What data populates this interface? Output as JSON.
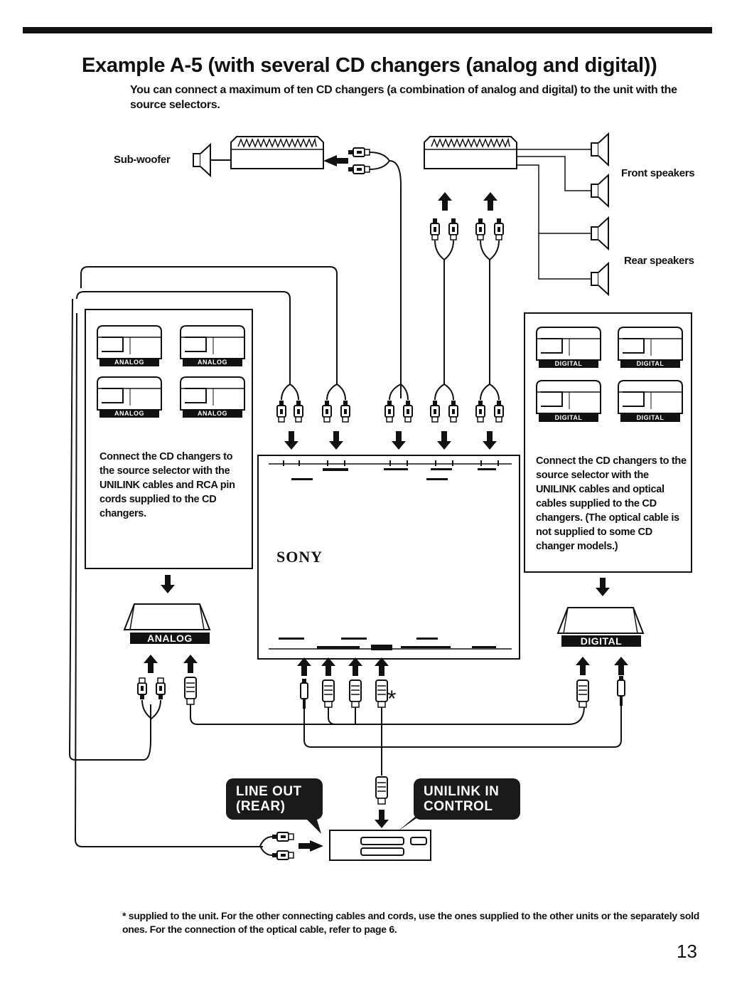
{
  "title": "Example A-5 (with several CD changers (analog and digital))",
  "intro": "You can connect a maximum of ten CD changers (a combination of analog and digital) to the unit with the source selectors.",
  "labels": {
    "subwoofer": "Sub-woofer",
    "front_speakers": "Front speakers",
    "rear_speakers": "Rear speakers"
  },
  "analog_group": {
    "changer_tag": "ANALOG",
    "note": "Connect the CD changers to the source selector with the UNILINK cables and RCA pin cords supplied to the CD changers.",
    "selector_tag": "ANALOG"
  },
  "digital_group": {
    "changer_tag": "DIGITAL",
    "note": "Connect the CD changers to the source selector with the UNILINK cables and optical cables supplied to the CD changers. (The optical cable is not supplied to some CD changer models.)",
    "selector_tag": "DIGITAL"
  },
  "unit_brand": "SONY",
  "callouts": {
    "line_out": "LINE OUT (REAR)",
    "unilink_in": "UNILINK IN CONTROL"
  },
  "asterisk": "*",
  "footnote": "* supplied to the unit. For the other connecting cables and cords, use the ones supplied to the other units or the separately sold ones. For the connection of the optical cable, refer to page 6.",
  "page_number": "13"
}
